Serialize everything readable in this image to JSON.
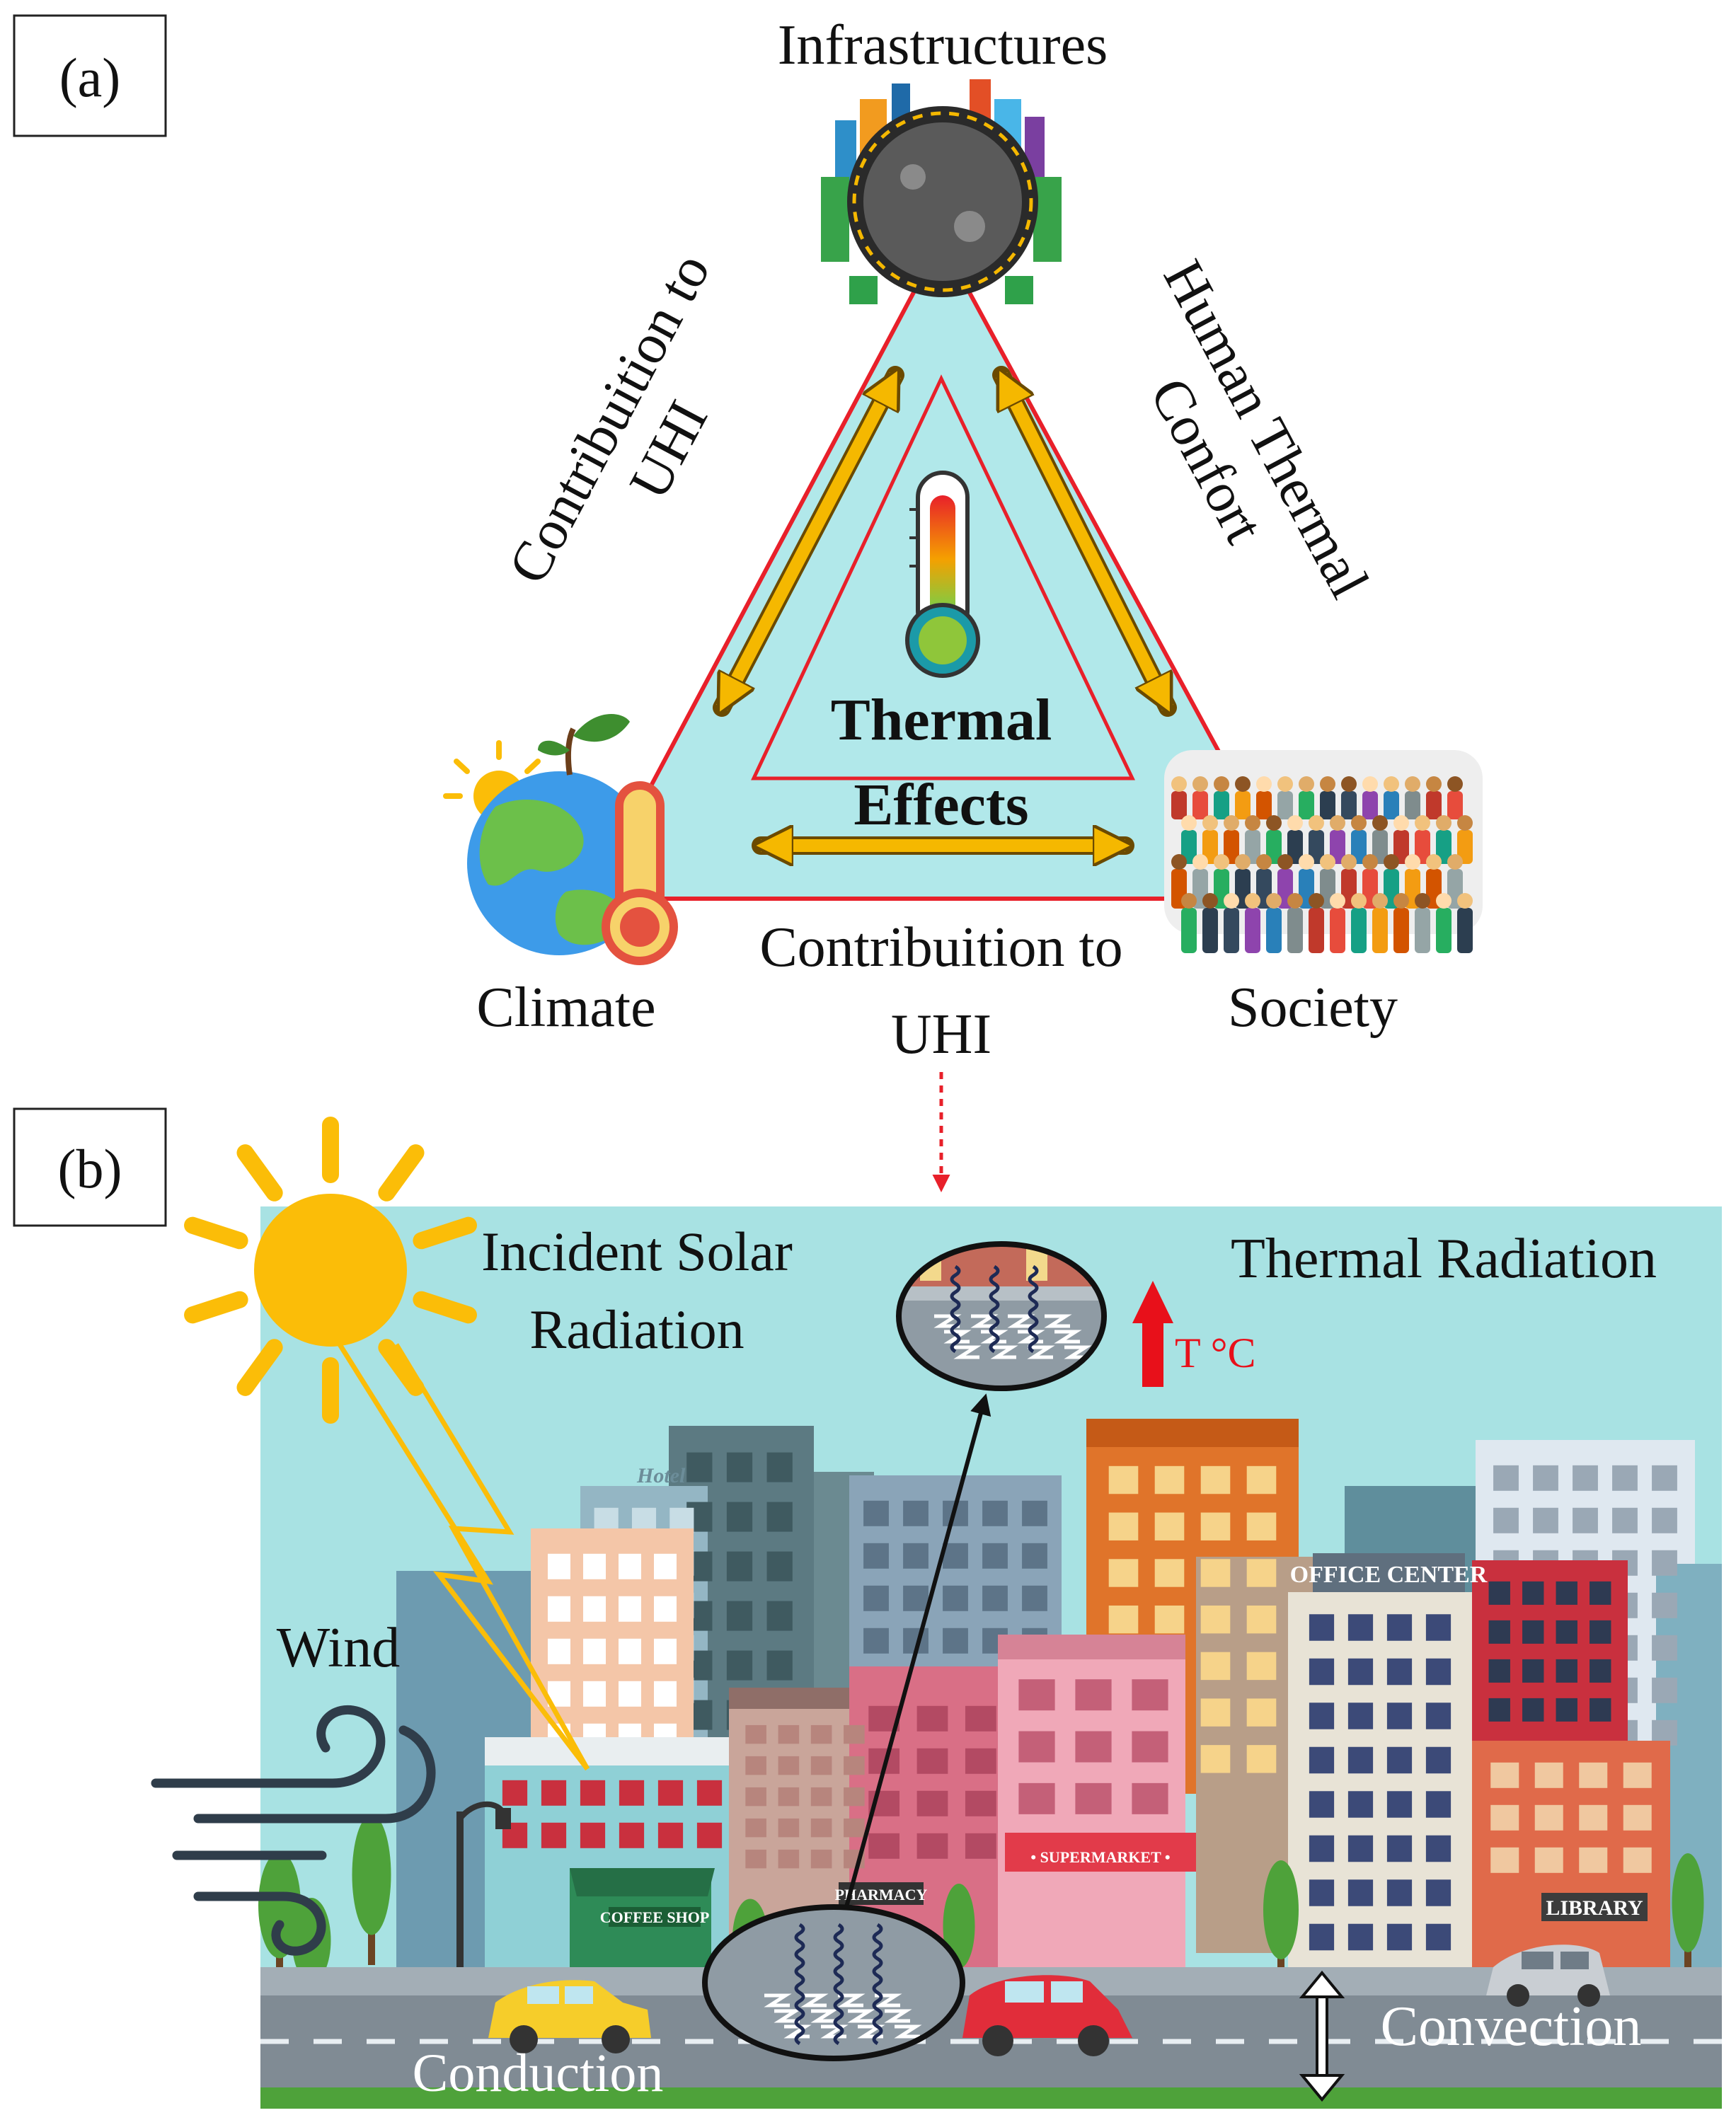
{
  "panel_a": {
    "label": "(a)",
    "top": "Infrastructures",
    "left": "Climate",
    "right": "Society",
    "left_edge": [
      "Contribuition to",
      "UHI"
    ],
    "right_edge": [
      "Human Thermal",
      "Confort"
    ],
    "bottom_edge": [
      "Contribuition to",
      "UHI"
    ],
    "center": [
      "Thermal",
      "Effects"
    ]
  },
  "panel_b": {
    "label": "(b)",
    "incident": [
      "Incident Solar",
      "Radiation"
    ],
    "thermal_radiation": "Thermal Radiation",
    "temp": "T °C",
    "wind": "Wind",
    "conduction": "Conduction",
    "convection": "Convection",
    "signs": {
      "hotel": "Hotel",
      "office": "OFFICE CENTER",
      "coffee": "COFFEE SHOP",
      "pharmacy": "PHARMACY",
      "supermarket": "• SUPERMARKET •",
      "library": "LIBRARY"
    }
  },
  "colors": {
    "sky": "#a8e2e3",
    "triangle_fill": "#b1e8ea",
    "triangle_stroke": "#e8202a",
    "arrow": "#f5b800",
    "sun": "#fbbd08",
    "temp_arrow": "#e8101a",
    "road": "#808b94",
    "grass": "#4ea23a"
  }
}
